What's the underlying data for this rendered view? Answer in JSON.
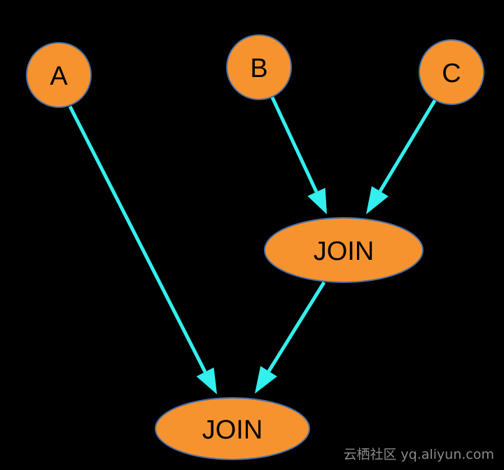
{
  "diagram": {
    "nodes": [
      {
        "id": "a",
        "label": "A"
      },
      {
        "id": "b",
        "label": "B"
      },
      {
        "id": "c",
        "label": "C"
      },
      {
        "id": "join1",
        "label": "JOIN"
      },
      {
        "id": "join2",
        "label": "JOIN"
      }
    ],
    "edges": [
      {
        "from": "a",
        "to": "join2"
      },
      {
        "from": "b",
        "to": "join1"
      },
      {
        "from": "c",
        "to": "join1"
      },
      {
        "from": "join1",
        "to": "join2"
      }
    ]
  },
  "colors": {
    "background": "#000000",
    "node_fill": "#f7932f",
    "node_stroke": "#4a6fa5",
    "edge": "#33f0ee"
  },
  "watermark": "云栖社区 yq.aliyun.com"
}
